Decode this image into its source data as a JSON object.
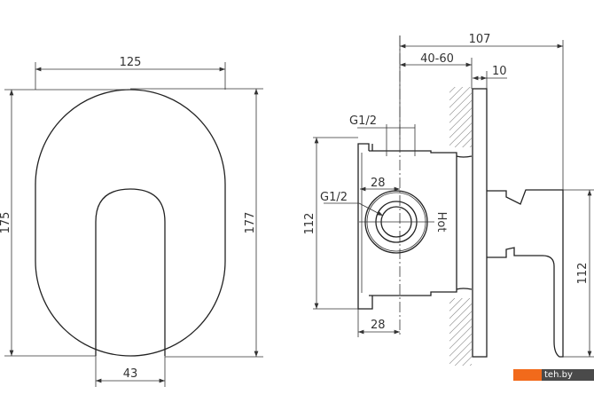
{
  "front_view": {
    "width_dim": "125",
    "height_left_dim": "175",
    "height_right_dim": "177",
    "lever_width_dim": "43"
  },
  "side_view": {
    "total_depth_dim": "107",
    "install_depth_dim": "40-60",
    "plate_dim": "10",
    "thread_top_label": "G1/2",
    "thread_center_label": "G1/2",
    "offset_top_dim": "28",
    "offset_bottom_dim": "28",
    "body_height_dim": "112",
    "lever_height_dim": "112",
    "hot_label": "Hot"
  },
  "watermark": "teh.by"
}
